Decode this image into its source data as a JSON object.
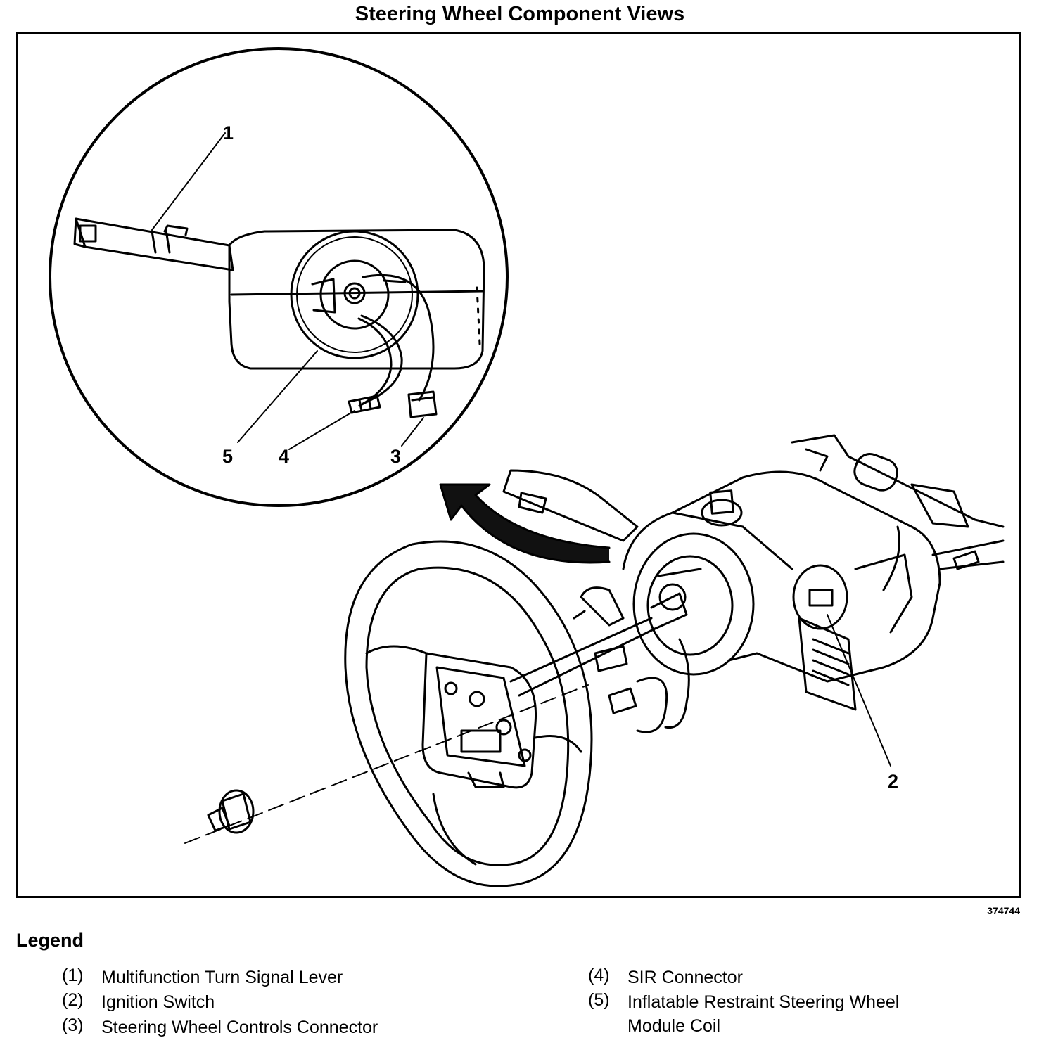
{
  "title": "Steering Wheel Component Views",
  "figure_number": "374744",
  "callouts": {
    "c1": "1",
    "c2": "2",
    "c3": "3",
    "c4": "4",
    "c5": "5"
  },
  "legend": {
    "heading": "Legend",
    "items": [
      {
        "num": "(1)",
        "label": "Multifunction Turn Signal Lever"
      },
      {
        "num": "(2)",
        "label": "Ignition Switch"
      },
      {
        "num": "(3)",
        "label": "Steering Wheel Controls Connector"
      },
      {
        "num": "(4)",
        "label": "SIR Connector"
      },
      {
        "num": "(5)",
        "label": "Inflatable Restraint Steering Wheel Module Coil"
      }
    ]
  }
}
